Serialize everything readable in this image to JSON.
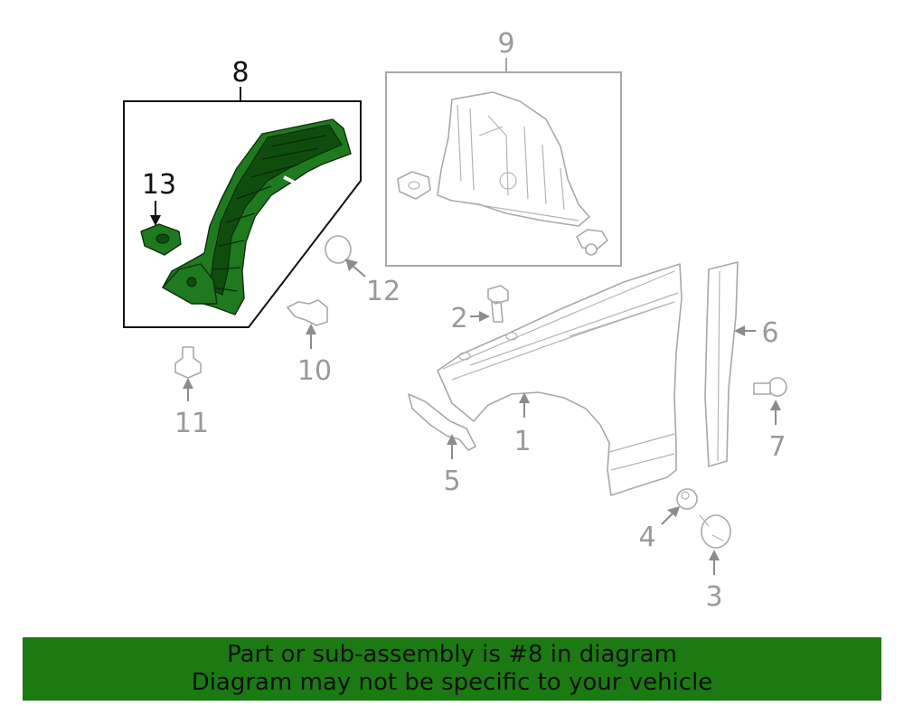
{
  "callouts": {
    "n1": "1",
    "n2": "2",
    "n3": "3",
    "n4": "4",
    "n5": "5",
    "n6": "6",
    "n7": "7",
    "n8": "8",
    "n9": "9",
    "n10": "10",
    "n11": "11",
    "n12": "12",
    "n13": "13"
  },
  "banner": {
    "line1": "Part or sub-assembly is #8 in diagram",
    "line2": "Diagram may not be specific to your vehicle",
    "background": "#1b7a12"
  },
  "colors": {
    "highlight_part": "#1f7a1f",
    "outline_gray": "#a8a8a8"
  }
}
